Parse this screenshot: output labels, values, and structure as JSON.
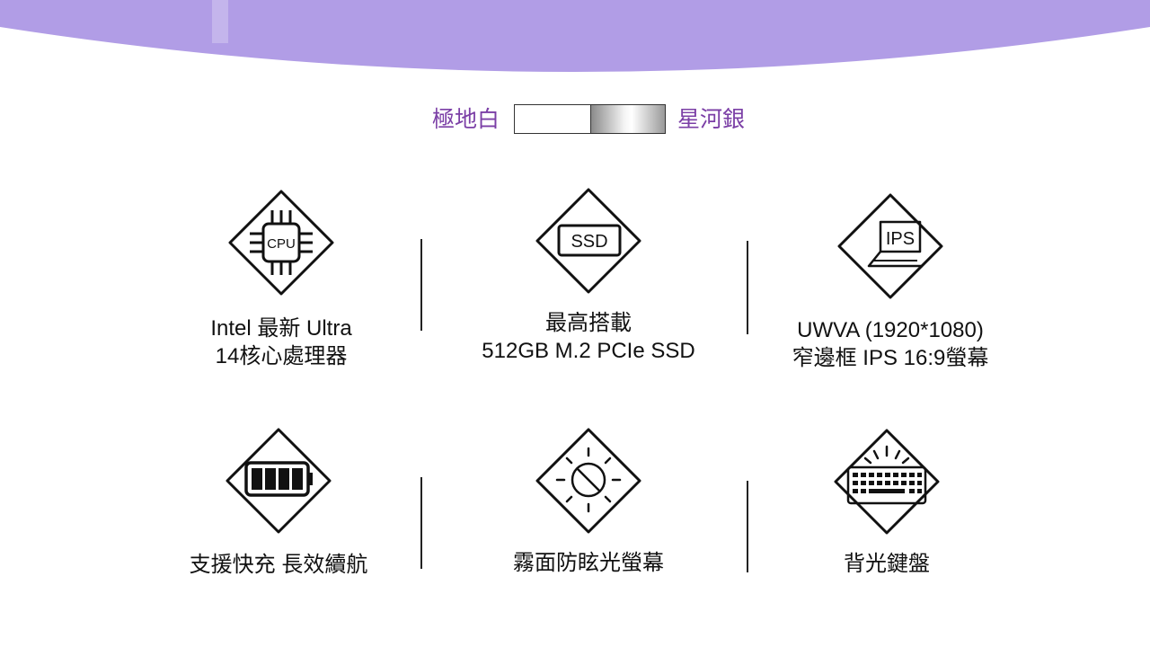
{
  "colors": {
    "white_label": "極地白",
    "silver_label": "星河銀",
    "label_color": "#7b3fa6",
    "banner_color": "#b19de6"
  },
  "features": [
    {
      "icon": "cpu-icon",
      "icon_text": "CPU",
      "line1": "Intel 最新 Ultra",
      "line2": "14核心處理器"
    },
    {
      "icon": "ssd-icon",
      "icon_text": "SSD",
      "line1": "最高搭載",
      "line2": "512GB M.2 PCIe SSD"
    },
    {
      "icon": "ips-display-icon",
      "icon_text": "IPS",
      "line1": "UWVA (1920*1080)",
      "line2": "窄邊框 IPS 16:9螢幕"
    },
    {
      "icon": "battery-icon",
      "line1": "支援快充 長效續航"
    },
    {
      "icon": "anti-glare-icon",
      "line1": "霧面防眩光螢幕"
    },
    {
      "icon": "backlit-keyboard-icon",
      "line1": "背光鍵盤"
    }
  ]
}
